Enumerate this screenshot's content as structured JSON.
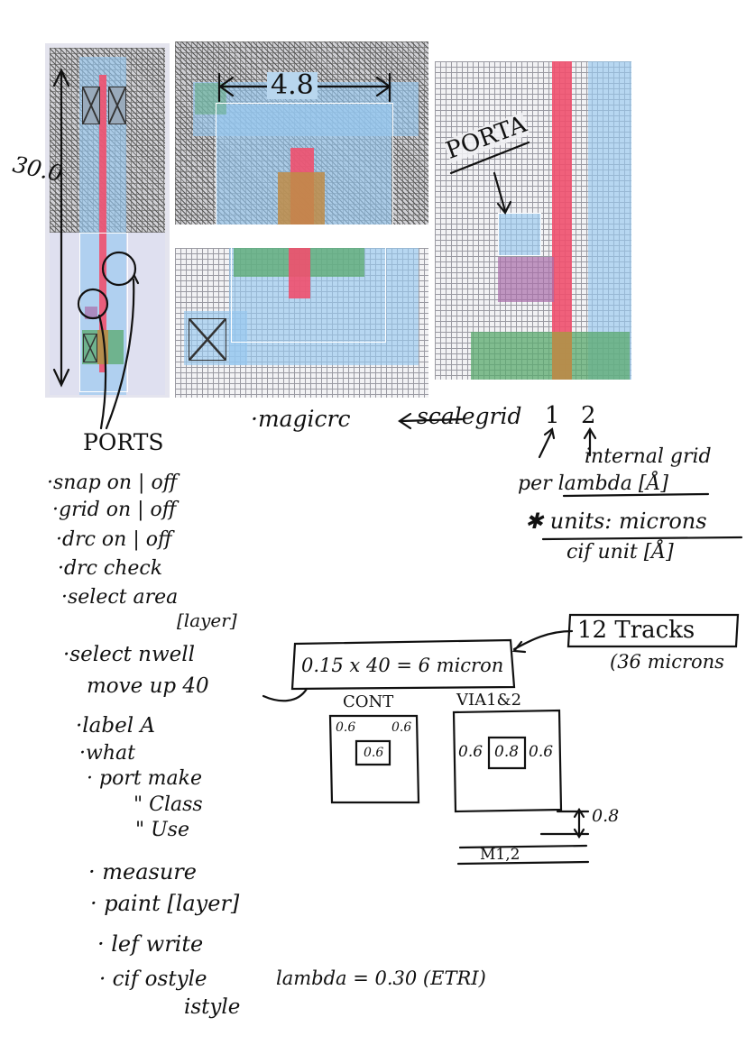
{
  "dimensions": {
    "height_label": "30.0",
    "width_label": "4.8"
  },
  "annotations": {
    "porta": "PORTA",
    "ports": "PORTS",
    "magicrc": "·magicrc",
    "scalegrid": "scalegrid",
    "scale_one": "1",
    "scale_two": "2",
    "internal_grid": "internal grid",
    "per_lambda": "per lambda [Å]",
    "units": "✱ units: microns",
    "cif_unit": "cif unit [Å]",
    "tracks": "12 Tracks",
    "tracks_microns": "(36 microns",
    "calc": "0.15 x 40 = 6 micron"
  },
  "commands": [
    "·snap on | off",
    "·grid on | off",
    "·drc on | off",
    "·drc check",
    "·select area",
    "[layer]",
    "·select nwell",
    "move up 40",
    "·label A",
    "·what",
    "· port make",
    "\"  Class",
    "\"  Use",
    "· measure",
    "· paint [layer]",
    "· lef write",
    "· cif ostyle",
    "lambda = 0.30 (ETRI)",
    "istyle"
  ],
  "cont": {
    "title": "CONT",
    "left": "0.6",
    "right": "0.6",
    "center": "0.6"
  },
  "via": {
    "title": "VIA1&2",
    "left": "0.6",
    "center": "0.8",
    "right": "0.6",
    "spacing": "0.8",
    "metal": "M1,2"
  },
  "colors": {
    "poly": "#f05070",
    "metal1": "#96c8f0",
    "diffusion": "#5aaa6e",
    "contact": "#be8c46",
    "ink": "#111111"
  }
}
